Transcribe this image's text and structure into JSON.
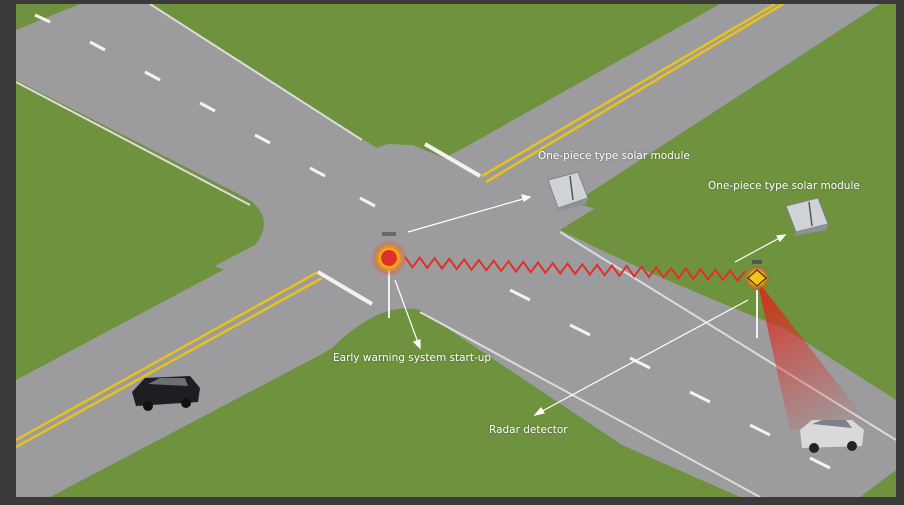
{
  "labels": {
    "solar_module_1": "One-piece type solar module",
    "solar_module_2": "One-piece type solar module",
    "early_warning": "Early warning system start-up",
    "radar_detector": "Radar detector"
  },
  "colors": {
    "border": "#3a3a3a",
    "grass": "#6f923f",
    "road": "#9c9c9e",
    "lane_dash": "#f2f2f2",
    "center_line": "#e6c21a",
    "signal_wave": "#e0302a",
    "radar_beam": "#e53226",
    "beacon": "#f4a414"
  },
  "icons": [
    "solar-module-icon",
    "warning-beacon-icon",
    "radar-beam",
    "car-icon"
  ]
}
